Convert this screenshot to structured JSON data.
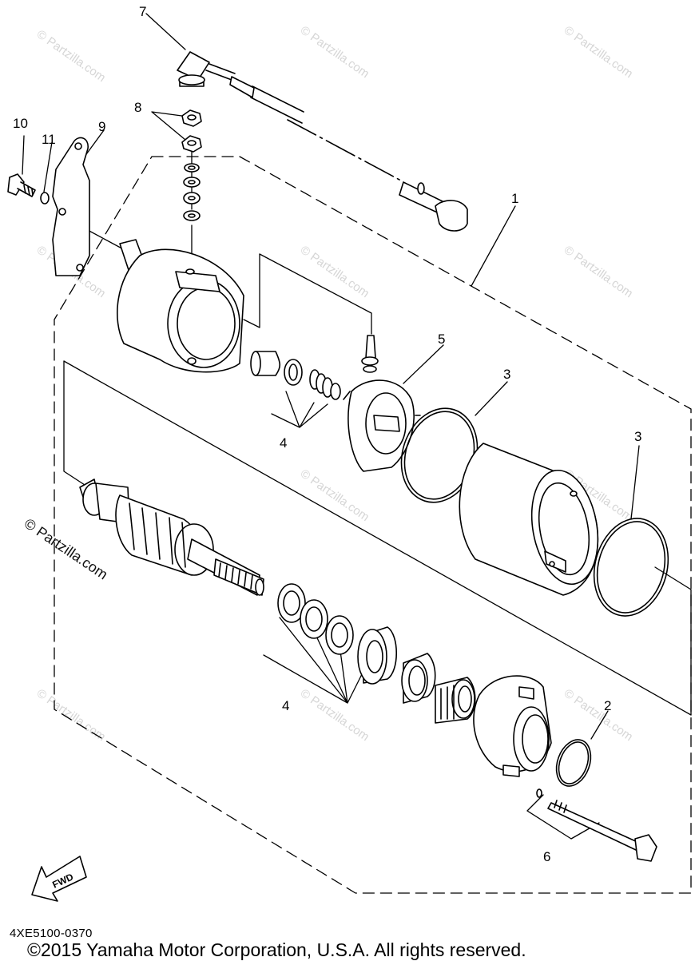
{
  "diagram": {
    "code": "4XE5100-0370",
    "copyright": "©2015 Yamaha Motor Corporation, U.S.A. All rights reserved.",
    "fwd_label": "FWD",
    "side_watermark": "© Partzilla.com",
    "watermark": "© Partzilla.com",
    "callouts": {
      "c1": "1",
      "c2": "2",
      "c3a": "3",
      "c3b": "3",
      "c4a": "4",
      "c4b": "4",
      "c5": "5",
      "c6": "6",
      "c7": "7",
      "c8": "8",
      "c9": "9",
      "c10": "10",
      "c11": "11"
    }
  }
}
